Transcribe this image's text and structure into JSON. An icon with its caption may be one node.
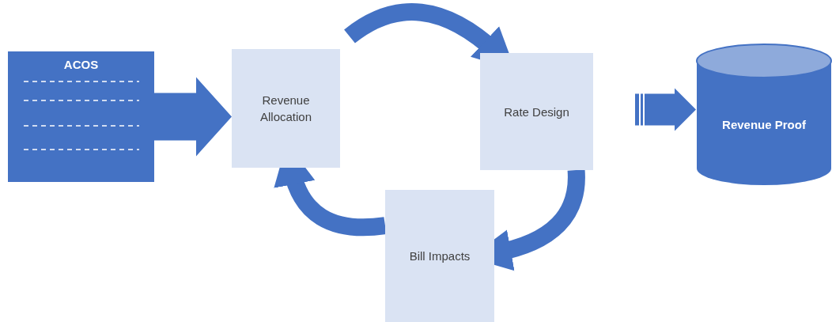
{
  "diagram": {
    "nodes": [
      {
        "text": [
          "ACOS"
        ]
      },
      {
        "text": [
          "Revenue Allocation"
        ]
      },
      {
        "text": [
          "Rate Design"
        ]
      },
      {
        "text": [
          "Bill Impacts"
        ]
      },
      {
        "text": [
          "Revenue Proof"
        ]
      }
    ],
    "edges": [
      {
        "from": 0,
        "to": 1,
        "arrow": "to"
      },
      {
        "from": 1,
        "to": 2,
        "arrow": "to"
      },
      {
        "from": 2,
        "to": 3,
        "arrow": "to"
      },
      {
        "from": 3,
        "to": 1,
        "arrow": "to"
      },
      {
        "from": 2,
        "to": 4,
        "arrow": "to"
      }
    ]
  }
}
